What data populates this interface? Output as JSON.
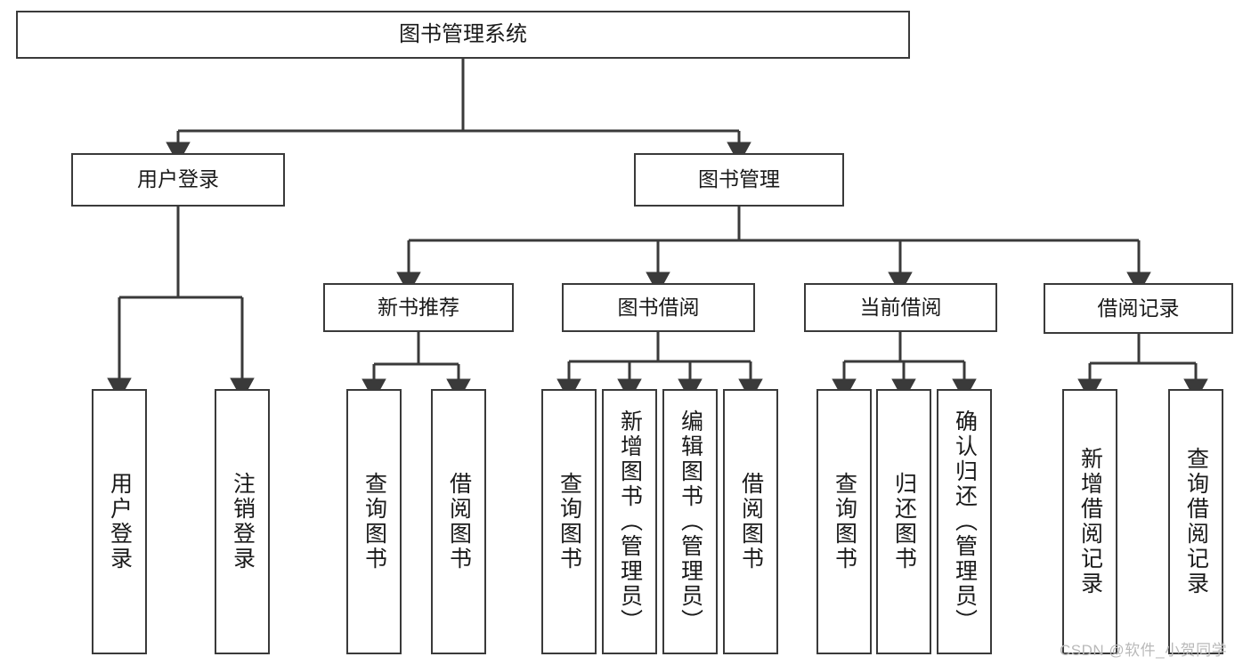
{
  "diagram": {
    "type": "tree-hierarchy-chart",
    "title": "图书管理系统",
    "watermark": "CSDN @软件_小贺同学",
    "colors": {
      "stroke": "#3a3a3a",
      "fill": "#ffffff",
      "text": "#1a1a1a",
      "watermark": "#b9b9b9"
    },
    "nodes": {
      "root": {
        "label": "图书管理系统",
        "level": 1
      },
      "level2": [
        {
          "id": "user-login",
          "label": "用户登录"
        },
        {
          "id": "book-management",
          "label": "图书管理"
        }
      ],
      "level3": [
        {
          "id": "new-book-recommend",
          "label": "新书推荐",
          "parent": "book-management"
        },
        {
          "id": "book-borrow",
          "label": "图书借阅",
          "parent": "book-management"
        },
        {
          "id": "current-borrow",
          "label": "当前借阅",
          "parent": "book-management"
        },
        {
          "id": "borrow-record",
          "label": "借阅记录",
          "parent": "book-management"
        }
      ],
      "leaves": {
        "user-login": [
          {
            "id": "leaf-user-login",
            "label": "用户登录"
          },
          {
            "id": "leaf-logout-login",
            "label": "注销登录"
          }
        ],
        "new-book-recommend": [
          {
            "id": "leaf-query-book-1",
            "label": "查询图书"
          },
          {
            "id": "leaf-borrow-book-1",
            "label": "借阅图书"
          }
        ],
        "book-borrow": [
          {
            "id": "leaf-query-book-2",
            "label": "查询图书"
          },
          {
            "id": "leaf-add-book",
            "label": "新增图书（管理员）"
          },
          {
            "id": "leaf-edit-book",
            "label": "编辑图书（管理员）"
          },
          {
            "id": "leaf-borrow-book-2",
            "label": "借阅图书"
          }
        ],
        "current-borrow": [
          {
            "id": "leaf-query-book-3",
            "label": "查询图书"
          },
          {
            "id": "leaf-return-book",
            "label": "归还图书"
          },
          {
            "id": "leaf-confirm-return",
            "label": "确认归还（管理员）"
          }
        ],
        "borrow-record": [
          {
            "id": "leaf-add-record",
            "label": "新增借阅记录"
          },
          {
            "id": "leaf-query-record",
            "label": "查询借阅记录"
          }
        ]
      }
    }
  }
}
